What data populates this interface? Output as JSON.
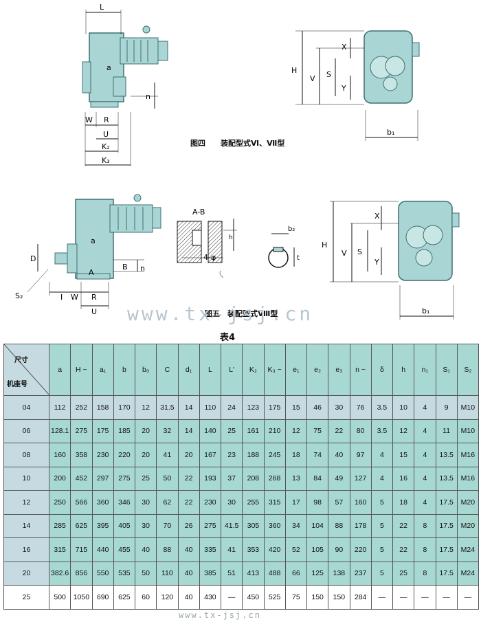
{
  "figure4": {
    "caption": "图四　　装配型式Ⅵ、Ⅶ型",
    "labels": {
      "L": "L",
      "a": "a",
      "n": "n",
      "W": "W",
      "R": "R",
      "U": "U",
      "K2": "K₂",
      "K3": "K₃",
      "H": "H",
      "V": "V",
      "S": "S",
      "X": "X",
      "Y": "Y",
      "b1": "b₁"
    }
  },
  "figure5": {
    "caption": "图五　装配型式Ⅷ型",
    "labels": {
      "D": "D",
      "a": "a",
      "A": "A",
      "B": "B",
      "n": "n",
      "S2": "S₂",
      "I": "I",
      "W": "W",
      "R": "R",
      "U": "U",
      "AB": "A-B",
      "h": "h",
      "phi": "4-φ",
      "b2": "b₂",
      "t": "t",
      "H": "H",
      "V": "V",
      "S": "S",
      "X": "X",
      "Y": "Y",
      "b1": "b₁"
    }
  },
  "watermark": "www.tx-jsj.cn",
  "watermark_bottom": "www.tx-jsj.cn",
  "table": {
    "title": "表4",
    "corner_top": "尺寸",
    "corner_bottom": "机座号",
    "headers": [
      "a",
      "H ~",
      "a₁",
      "b",
      "b₀",
      "C",
      "d₁",
      "L",
      "L'",
      "K₂",
      "K₃ ~",
      "e₁",
      "e₂",
      "e₃",
      "n ~",
      "δ",
      "h",
      "n₁",
      "S₁",
      "S₂"
    ],
    "rows": [
      [
        "04",
        "112",
        "252",
        "158",
        "170",
        "12",
        "31.5",
        "14",
        "110",
        "24",
        "123",
        "175",
        "15",
        "46",
        "30",
        "76",
        "3.5",
        "10",
        "4",
        "9",
        "M10"
      ],
      [
        "06",
        "128.1",
        "275",
        "175",
        "185",
        "20",
        "32",
        "14",
        "140",
        "25",
        "161",
        "210",
        "12",
        "75",
        "22",
        "80",
        "3.5",
        "12",
        "4",
        "11",
        "M10"
      ],
      [
        "08",
        "160",
        "358",
        "230",
        "220",
        "20",
        "41",
        "20",
        "167",
        "23",
        "188",
        "245",
        "18",
        "74",
        "40",
        "97",
        "4",
        "15",
        "4",
        "13.5",
        "M16"
      ],
      [
        "10",
        "200",
        "452",
        "297",
        "275",
        "25",
        "50",
        "22",
        "193",
        "37",
        "208",
        "268",
        "13",
        "84",
        "49",
        "127",
        "4",
        "16",
        "4",
        "13.5",
        "M16"
      ],
      [
        "12",
        "250",
        "566",
        "360",
        "346",
        "30",
        "62",
        "22",
        "230",
        "30",
        "255",
        "315",
        "17",
        "98",
        "57",
        "160",
        "5",
        "18",
        "4",
        "17.5",
        "M20"
      ],
      [
        "14",
        "285",
        "625",
        "395",
        "405",
        "30",
        "70",
        "26",
        "275",
        "41.5",
        "305",
        "360",
        "34",
        "104",
        "88",
        "178",
        "5",
        "22",
        "8",
        "17.5",
        "M20"
      ],
      [
        "16",
        "315",
        "715",
        "440",
        "455",
        "40",
        "88",
        "40",
        "335",
        "41",
        "353",
        "420",
        "52",
        "105",
        "90",
        "220",
        "5",
        "22",
        "8",
        "17.5",
        "M24"
      ],
      [
        "20",
        "382.6",
        "856",
        "550",
        "535",
        "50",
        "110",
        "40",
        "385",
        "51",
        "413",
        "488",
        "66",
        "125",
        "138",
        "237",
        "5",
        "25",
        "8",
        "17.5",
        "M24"
      ],
      [
        "25",
        "500",
        "1050",
        "690",
        "625",
        "60",
        "120",
        "40",
        "430",
        "—",
        "450",
        "525",
        "75",
        "150",
        "150",
        "284",
        "—",
        "—",
        "—",
        "—",
        "—"
      ]
    ]
  }
}
